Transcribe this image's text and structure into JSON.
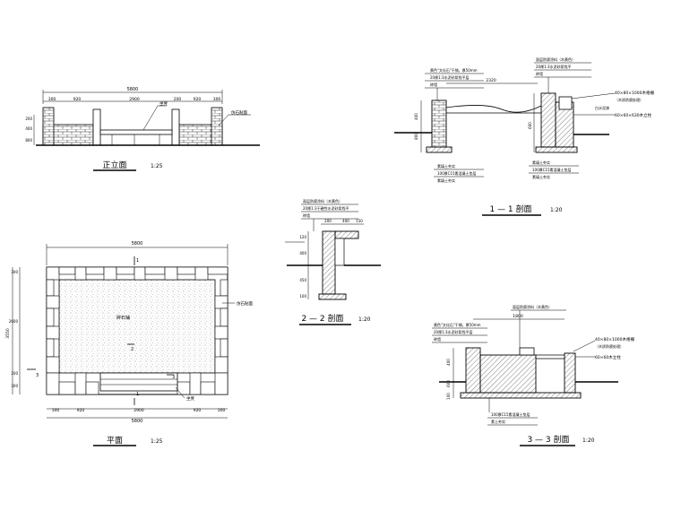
{
  "elevation": {
    "title": "正立面",
    "scale": "1:25",
    "overall_dim": "5800",
    "segments": [
      "300",
      "920",
      "2900",
      "200",
      "920",
      "300"
    ],
    "left_heights": [
      "200",
      "400",
      "800"
    ],
    "labels": {
      "bench": "坐凳",
      "wall": "仿石贴面"
    }
  },
  "plan": {
    "title": "平面",
    "scale": "1:25",
    "top_dim": "5800",
    "bottom_dim": "5800",
    "segments": [
      "300",
      "920",
      "2900",
      "920",
      "300"
    ],
    "left_dim": "3550",
    "left_parts": [
      "300",
      "2600",
      "200",
      "300"
    ],
    "paving_label": "碎石铺",
    "labels": {
      "wall": "仿石贴面",
      "bench": "坐凳"
    },
    "markers": [
      "1",
      "1",
      "2",
      "3",
      "3"
    ]
  },
  "section11": {
    "title": "1 — 1 剖面",
    "scale": "1:20",
    "mid_dim": "2320",
    "note_left_top": "黄色\"文化石\"干铺，厚50mm",
    "note_left_mid": "20厚1:3水泥砂浆找平层",
    "note_left_bot": "砖墙",
    "note_right_top": "面层防腐涂料（木黄色）",
    "note_right_mid": "20厚1:3水泥砂浆找平",
    "note_right_bot": "砖墙",
    "beam_label": "40×80×1000木格栅",
    "beam_sub": "（木质防腐处理）",
    "rail_label": "60×60×630木立柱",
    "col_note": "白水泥漆",
    "base_note_left": "素填土夯实",
    "base_note_right": "素填土夯实",
    "concrete_left": "100厚C15素混凝土垫层",
    "concrete_right": "100厚C15素混凝土垫层",
    "heights": [
      "400",
      "800",
      "600"
    ]
  },
  "section22": {
    "title": "2 — 2 剖面",
    "scale": "1:20",
    "top_note": "面层防腐涂料（木黄色）",
    "mid_note": "20厚1:3干硬性水泥砂浆找平",
    "bot_note": "砖墙",
    "widths": [
      "200",
      "400",
      "150"
    ],
    "heights": [
      "120",
      "400",
      "450",
      "100"
    ]
  },
  "section33": {
    "title": "3 — 3 剖面",
    "scale": "1:20",
    "note_top": "面层防腐涂料（木黄色）",
    "note_left1": "黄色\"文化石\"干铺，厚50mm",
    "note_left2": "20厚1:3水泥砂浆找平层",
    "note_left3": "砖墙",
    "beam_label": "40×80×1000木格栅",
    "beam_sub": "（木质防腐处理）",
    "rail_label": "60×60木立柱",
    "conc_note": "100厚C15素混凝土垫层",
    "base_note": "素土夯实",
    "top_dim": "1800",
    "heights": [
      "400",
      "600",
      "100"
    ]
  }
}
